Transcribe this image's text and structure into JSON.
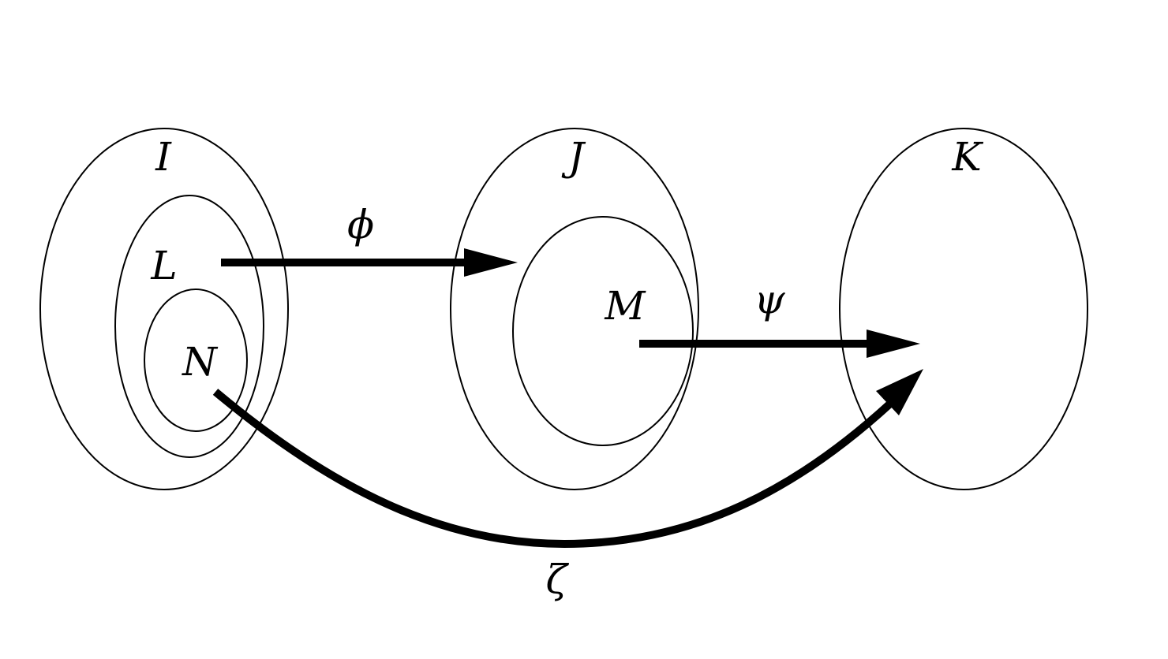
{
  "sets": {
    "I": "I",
    "J": "J",
    "K": "K",
    "L": "L",
    "N": "N",
    "M": "M"
  },
  "maps": {
    "phi": "ϕ",
    "psi": "ψ",
    "zeta": "ζ"
  },
  "colors": {
    "stroke": "#000000",
    "background": "#ffffff"
  }
}
